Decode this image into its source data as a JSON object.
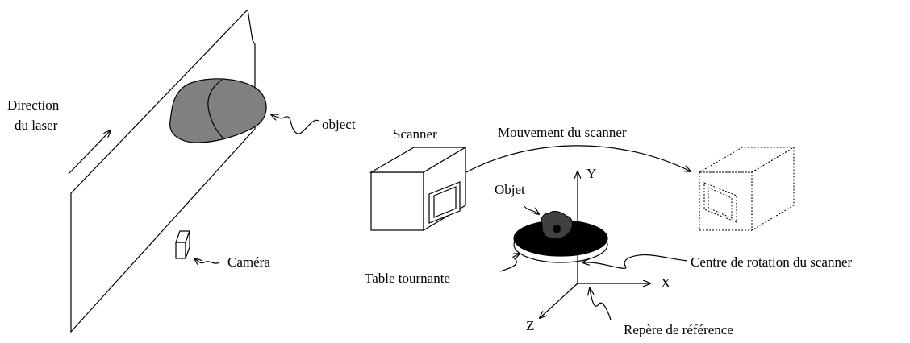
{
  "labels": {
    "direction_line1": "Direction",
    "direction_line2": "du laser",
    "object": "object",
    "camera": "Caméra",
    "scanner": "Scanner",
    "scanner_motion": "Mouvement du scanner",
    "objet": "Objet",
    "turntable": "Table tournante",
    "rotation_center": "Centre de rotation du scanner",
    "reference_frame": "Repère de référence",
    "axis_x": "X",
    "axis_y": "Y",
    "axis_z": "Z"
  },
  "colors": {
    "stroke": "#000000",
    "object_fill": "#808080",
    "turntable_top": "#000000",
    "turntable_base": "#ffffff",
    "objet_fill": "#404040"
  }
}
